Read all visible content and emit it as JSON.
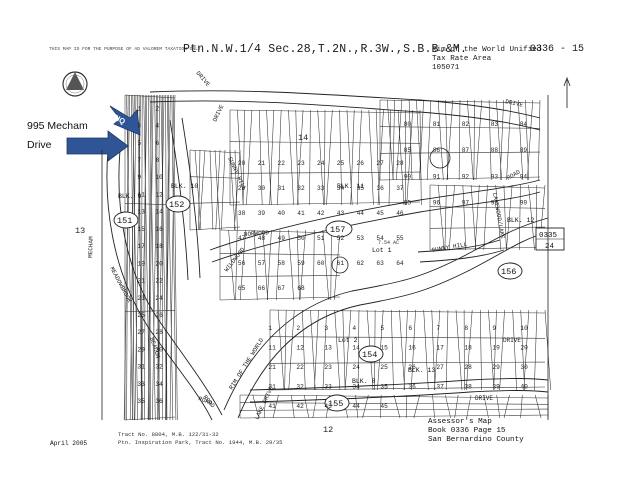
{
  "header": {
    "disclaimer": "THIS MAP IS FOR THE PURPOSE OF AD VALOREM TAXATION ONLY.",
    "title": "Ptn.N.W.1/4 Sec.28,T.2N.,R.3W.,S.B.B.&M.",
    "district_line1": "Rim of the World Unified",
    "district_line2": "Tax Rate Area",
    "district_line3": "105071",
    "sheet_code": "0336 - 15"
  },
  "callout": {
    "address_line1": "995 Mecham",
    "address_line2": "Drive",
    "pin_label": "PIQ"
  },
  "roads": {
    "mecham": "MECHAM",
    "meadowbrook": "MEADOWBROOK",
    "mecham_road": "ROAD",
    "sunny_hill_n": "SUNNY HILL",
    "norwood": "NORWOOD",
    "wildwood": "WILDWOOD",
    "beacon": "BEACON",
    "rim_of_the_world": "RIM OF THE WORLD",
    "road_lower": "ROAD",
    "sunny_hill_e": "SUNNY HILL",
    "lakewood": "LAKEWOOD/LAKE",
    "drive_ne": "DRIVE",
    "drive_e": "DRIVE",
    "drive_bottom": "DRIVE",
    "road_ne": "ROAD",
    "drive_top": "DRIVE",
    "drive_left": "DRIVE",
    "lake_drive": "LAKE DRIVE"
  },
  "circled_pages": [
    "151",
    "152",
    "157",
    "156",
    "154",
    "155"
  ],
  "sections": [
    "13",
    "14",
    "12"
  ],
  "blocks": {
    "blk10": "BLK. 10",
    "blk9": "BLK. 9",
    "blk11": "BLK. 11",
    "blk12": "BLK. 12",
    "blk13": "BLK. 13",
    "blk8": "BLK. 8",
    "lot1": "Lot 1",
    "lot2": "Lot 2",
    "ac": "7.54 AC"
  },
  "adjoining": {
    "box_top": "0335",
    "box_bottom": "24"
  },
  "footer": {
    "date": "April 2005",
    "tract1": "Tract No. 8804, M.B. 122/31-32",
    "tract2": "Ptn. Inspiration Park, Tract No. 1944, M.B. 29/35",
    "caption1": "Assessor's Map",
    "caption2": "Book 0336 Page 15",
    "caption3": "San Bernardino County",
    "bottom_center": "12"
  },
  "lot_numbers": {
    "nw": [
      "1",
      "2",
      "3",
      "4",
      "5",
      "6",
      "7",
      "8",
      "9",
      "10",
      "11",
      "12",
      "13",
      "14",
      "15",
      "16",
      "17",
      "18",
      "19",
      "20",
      "21",
      "22",
      "23",
      "24",
      "25",
      "26",
      "27",
      "28",
      "29",
      "30",
      "31",
      "32",
      "33",
      "34",
      "35",
      "36"
    ],
    "mid": [
      "20",
      "21",
      "22",
      "23",
      "24",
      "25",
      "26",
      "27",
      "28",
      "29",
      "30",
      "31",
      "32",
      "33",
      "34",
      "35",
      "36",
      "37",
      "38",
      "39",
      "40",
      "41",
      "42",
      "43",
      "44",
      "45",
      "46",
      "47",
      "48",
      "49",
      "50",
      "51",
      "52",
      "53",
      "54",
      "55",
      "56",
      "57",
      "58",
      "59",
      "60",
      "61",
      "62",
      "63",
      "64",
      "65",
      "66",
      "67",
      "68"
    ],
    "east": [
      "80",
      "81",
      "82",
      "83",
      "84",
      "85",
      "86",
      "87",
      "88",
      "89",
      "90",
      "91",
      "92",
      "93",
      "94",
      "95",
      "96",
      "97",
      "98",
      "99"
    ],
    "south": [
      "1",
      "2",
      "3",
      "4",
      "5",
      "6",
      "7",
      "8",
      "9",
      "10",
      "11",
      "12",
      "13",
      "14",
      "15",
      "16",
      "17",
      "18",
      "19",
      "20",
      "21",
      "22",
      "23",
      "24",
      "25",
      "26",
      "27",
      "28",
      "29",
      "30",
      "31",
      "32",
      "33",
      "34",
      "35",
      "36",
      "37",
      "38",
      "39",
      "40",
      "41",
      "42",
      "43",
      "44",
      "45"
    ]
  },
  "colors": {
    "arrow": "#2f5597",
    "arrow_edge": "#1f3864",
    "ink": "#2a2a2a"
  },
  "icons": [
    "county-seal-icon",
    "north-arrow-icon",
    "callout-arrow-icon"
  ]
}
